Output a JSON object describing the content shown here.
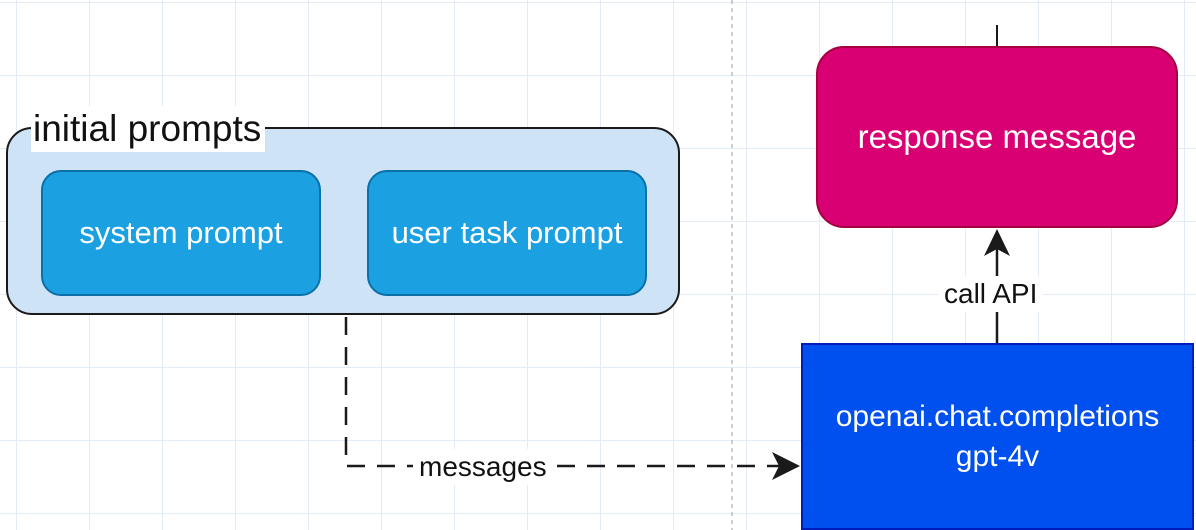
{
  "diagram": {
    "group": {
      "title": "initial prompts",
      "children": [
        "system prompt",
        "user task prompt"
      ]
    },
    "nodes": {
      "system_prompt": "system prompt",
      "user_task_prompt": "user task prompt",
      "response_message": "response message",
      "api_call": {
        "line1": "openai.chat.completions",
        "line2": "gpt-4v"
      }
    },
    "edges": [
      {
        "from": "initial prompts",
        "to": "openai.chat.completions",
        "label": "messages",
        "style": "dashed"
      },
      {
        "from": "openai.chat.completions",
        "to": "response message",
        "label": "call API",
        "style": "solid"
      }
    ],
    "edge_labels": {
      "messages": "messages",
      "call_api": "call API"
    },
    "colors": {
      "group_fill": "#cfe3f6",
      "prompt_fill": "#1ba1e2",
      "response_fill": "#d80073",
      "api_fill": "#0050ef",
      "edge": "#1a1a1a",
      "grid": "#e3ecf6"
    }
  }
}
